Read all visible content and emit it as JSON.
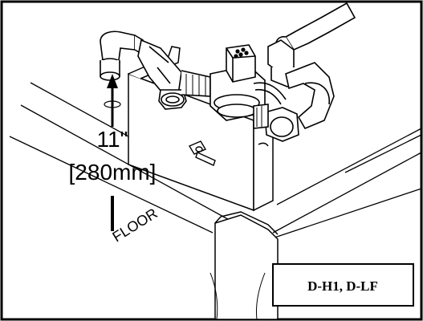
{
  "dimension": {
    "imperial": "11\"",
    "metric": "[280mm]"
  },
  "floor_label": "FLOOR",
  "model_label": "D-H1, D-LF",
  "colors": {
    "line": "#000000",
    "background": "#ffffff"
  },
  "icons": [
    "up-arrow",
    "elbow-fitting",
    "valve-body",
    "hose-pipe",
    "mounting-bracket",
    "wing-nut"
  ]
}
